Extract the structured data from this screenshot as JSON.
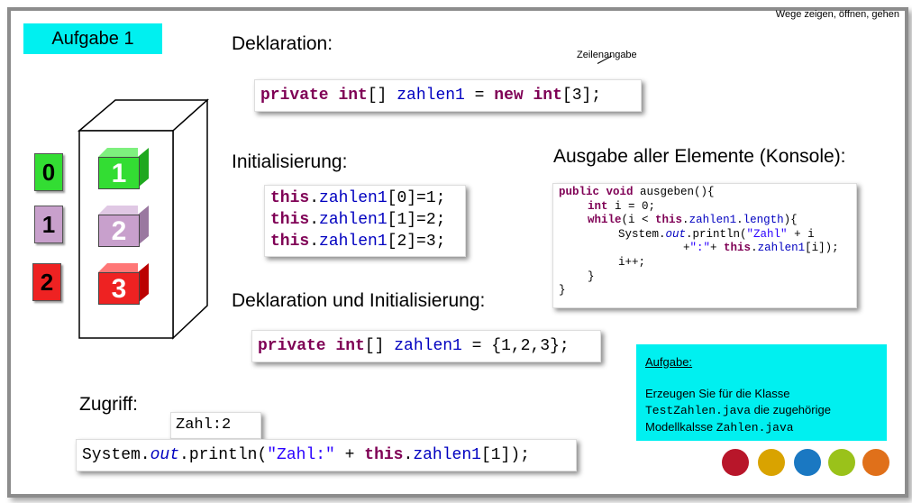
{
  "title_box": "Aufgabe 1",
  "top_right_note": "Wege zeigen, öffnen, gehen",
  "headings": {
    "deklaration": "Deklaration:",
    "initialisierung": "Initialisierung:",
    "ausgabe": "Ausgabe aller Elemente (Konsole):",
    "dekl_init": "Deklaration und Initialisierung:",
    "zugriff": "Zugriff:"
  },
  "annotation": "Zeilenangabe",
  "code": {
    "decl": {
      "kw1": "private",
      "kw2": "int",
      "p1": "[] ",
      "fld": "zahlen1",
      "p2": " = ",
      "kw3": "new",
      "p3": " ",
      "kw4": "int",
      "p4": "[3];"
    },
    "init": [
      {
        "kw": "this",
        "p1": ".",
        "fld": "zahlen1",
        "rest": "[0]=1;"
      },
      {
        "kw": "this",
        "p1": ".",
        "fld": "zahlen1",
        "rest": "[1]=2;"
      },
      {
        "kw": "this",
        "p1": ".",
        "fld": "zahlen1",
        "rest": "[2]=3;"
      }
    ],
    "declinit": {
      "kw1": "private",
      "kw2": "int",
      "p1": "[] ",
      "fld": "zahlen1",
      "p2": " = {1,2,3};"
    },
    "access_output": "Zahl:2",
    "access": {
      "a": "System.",
      "out": "out",
      "b": ".println(",
      "str": "\"Zahl:\"",
      "c": " + ",
      "kw": "this",
      "d": ".",
      "fld": "zahlen1",
      "e": "[1]);"
    },
    "method": {
      "l1a": "public",
      "l1b": " ",
      "l1c": "void",
      "l1d": " ausgeben(){",
      "l2a": "int",
      "l2b": " i = 0;",
      "l3a": "while",
      "l3b": "(i < ",
      "l3c": "this",
      "l3d": ".",
      "l3e": "zahlen1",
      "l3f": ".",
      "l3g": "length",
      "l3h": "){",
      "l4a": "System.",
      "l4b": "out",
      "l4c": ".println(",
      "l4d": "\"Zahl\"",
      "l4e": " + i",
      "l5a": "+",
      "l5b": "\":\"",
      "l5c": "+ ",
      "l5d": "this",
      "l5e": ".",
      "l5f": "zahlen1",
      "l5g": "[i]);",
      "l6": "i++;",
      "l7": "}",
      "l8": "}"
    }
  },
  "indices": [
    "0",
    "1",
    "2"
  ],
  "cubes": [
    {
      "label": "1",
      "color": "#33dd33"
    },
    {
      "label": "2",
      "color": "#c8a0cc"
    },
    {
      "label": "3",
      "color": "#ee2222"
    }
  ],
  "aufgabe": {
    "heading": "Aufgabe:",
    "line1": "Erzeugen Sie für die Klasse",
    "file1": "TestZahlen.java",
    "line2": " die zugehörige",
    "line3": "Modellkalsse ",
    "file2": "Zahlen.java"
  },
  "dot_colors": [
    "#b8162a",
    "#d9a300",
    "#1a78c2",
    "#9ac21a",
    "#e0701a"
  ]
}
